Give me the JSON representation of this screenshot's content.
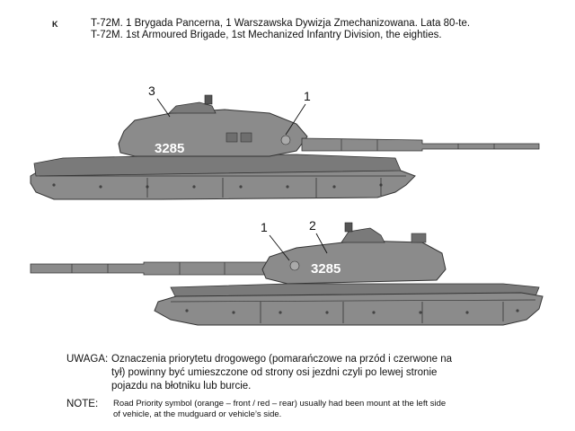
{
  "corner_mark": "K",
  "header": {
    "line_pl": "T-72M. 1 Brygada Pancerna, 1 Warszawska Dywizja Zmechanizowana. Lata 80-te.",
    "line_en": "T-72M. 1st Armoured Brigade, 1st Mechanized Infantry Division, the eighties."
  },
  "top_tank": {
    "turret_number": "3285",
    "callouts": [
      "3",
      "1"
    ]
  },
  "bottom_tank": {
    "turret_number": "3285",
    "callouts": [
      "1",
      "2"
    ]
  },
  "notes": {
    "pl_label": "UWAGA:",
    "pl_text": "Oznaczenia priorytetu drogowego (pomarańczowe na przód i czerwone na tył) powinny być umieszczone od strony osi jezdni czyli po lewej stronie pojazdu na błotniku lub burcie.",
    "en_label": "NOTE:",
    "en_text": "Road Priority symbol (orange – front / red – rear) usually had been mount at the left side of vehicle, at the mudguard or vehicle’s side."
  },
  "colors": {
    "tank_grey": "#8b8b8b",
    "tank_dark": "#6e6e6e",
    "outline": "#333333"
  }
}
